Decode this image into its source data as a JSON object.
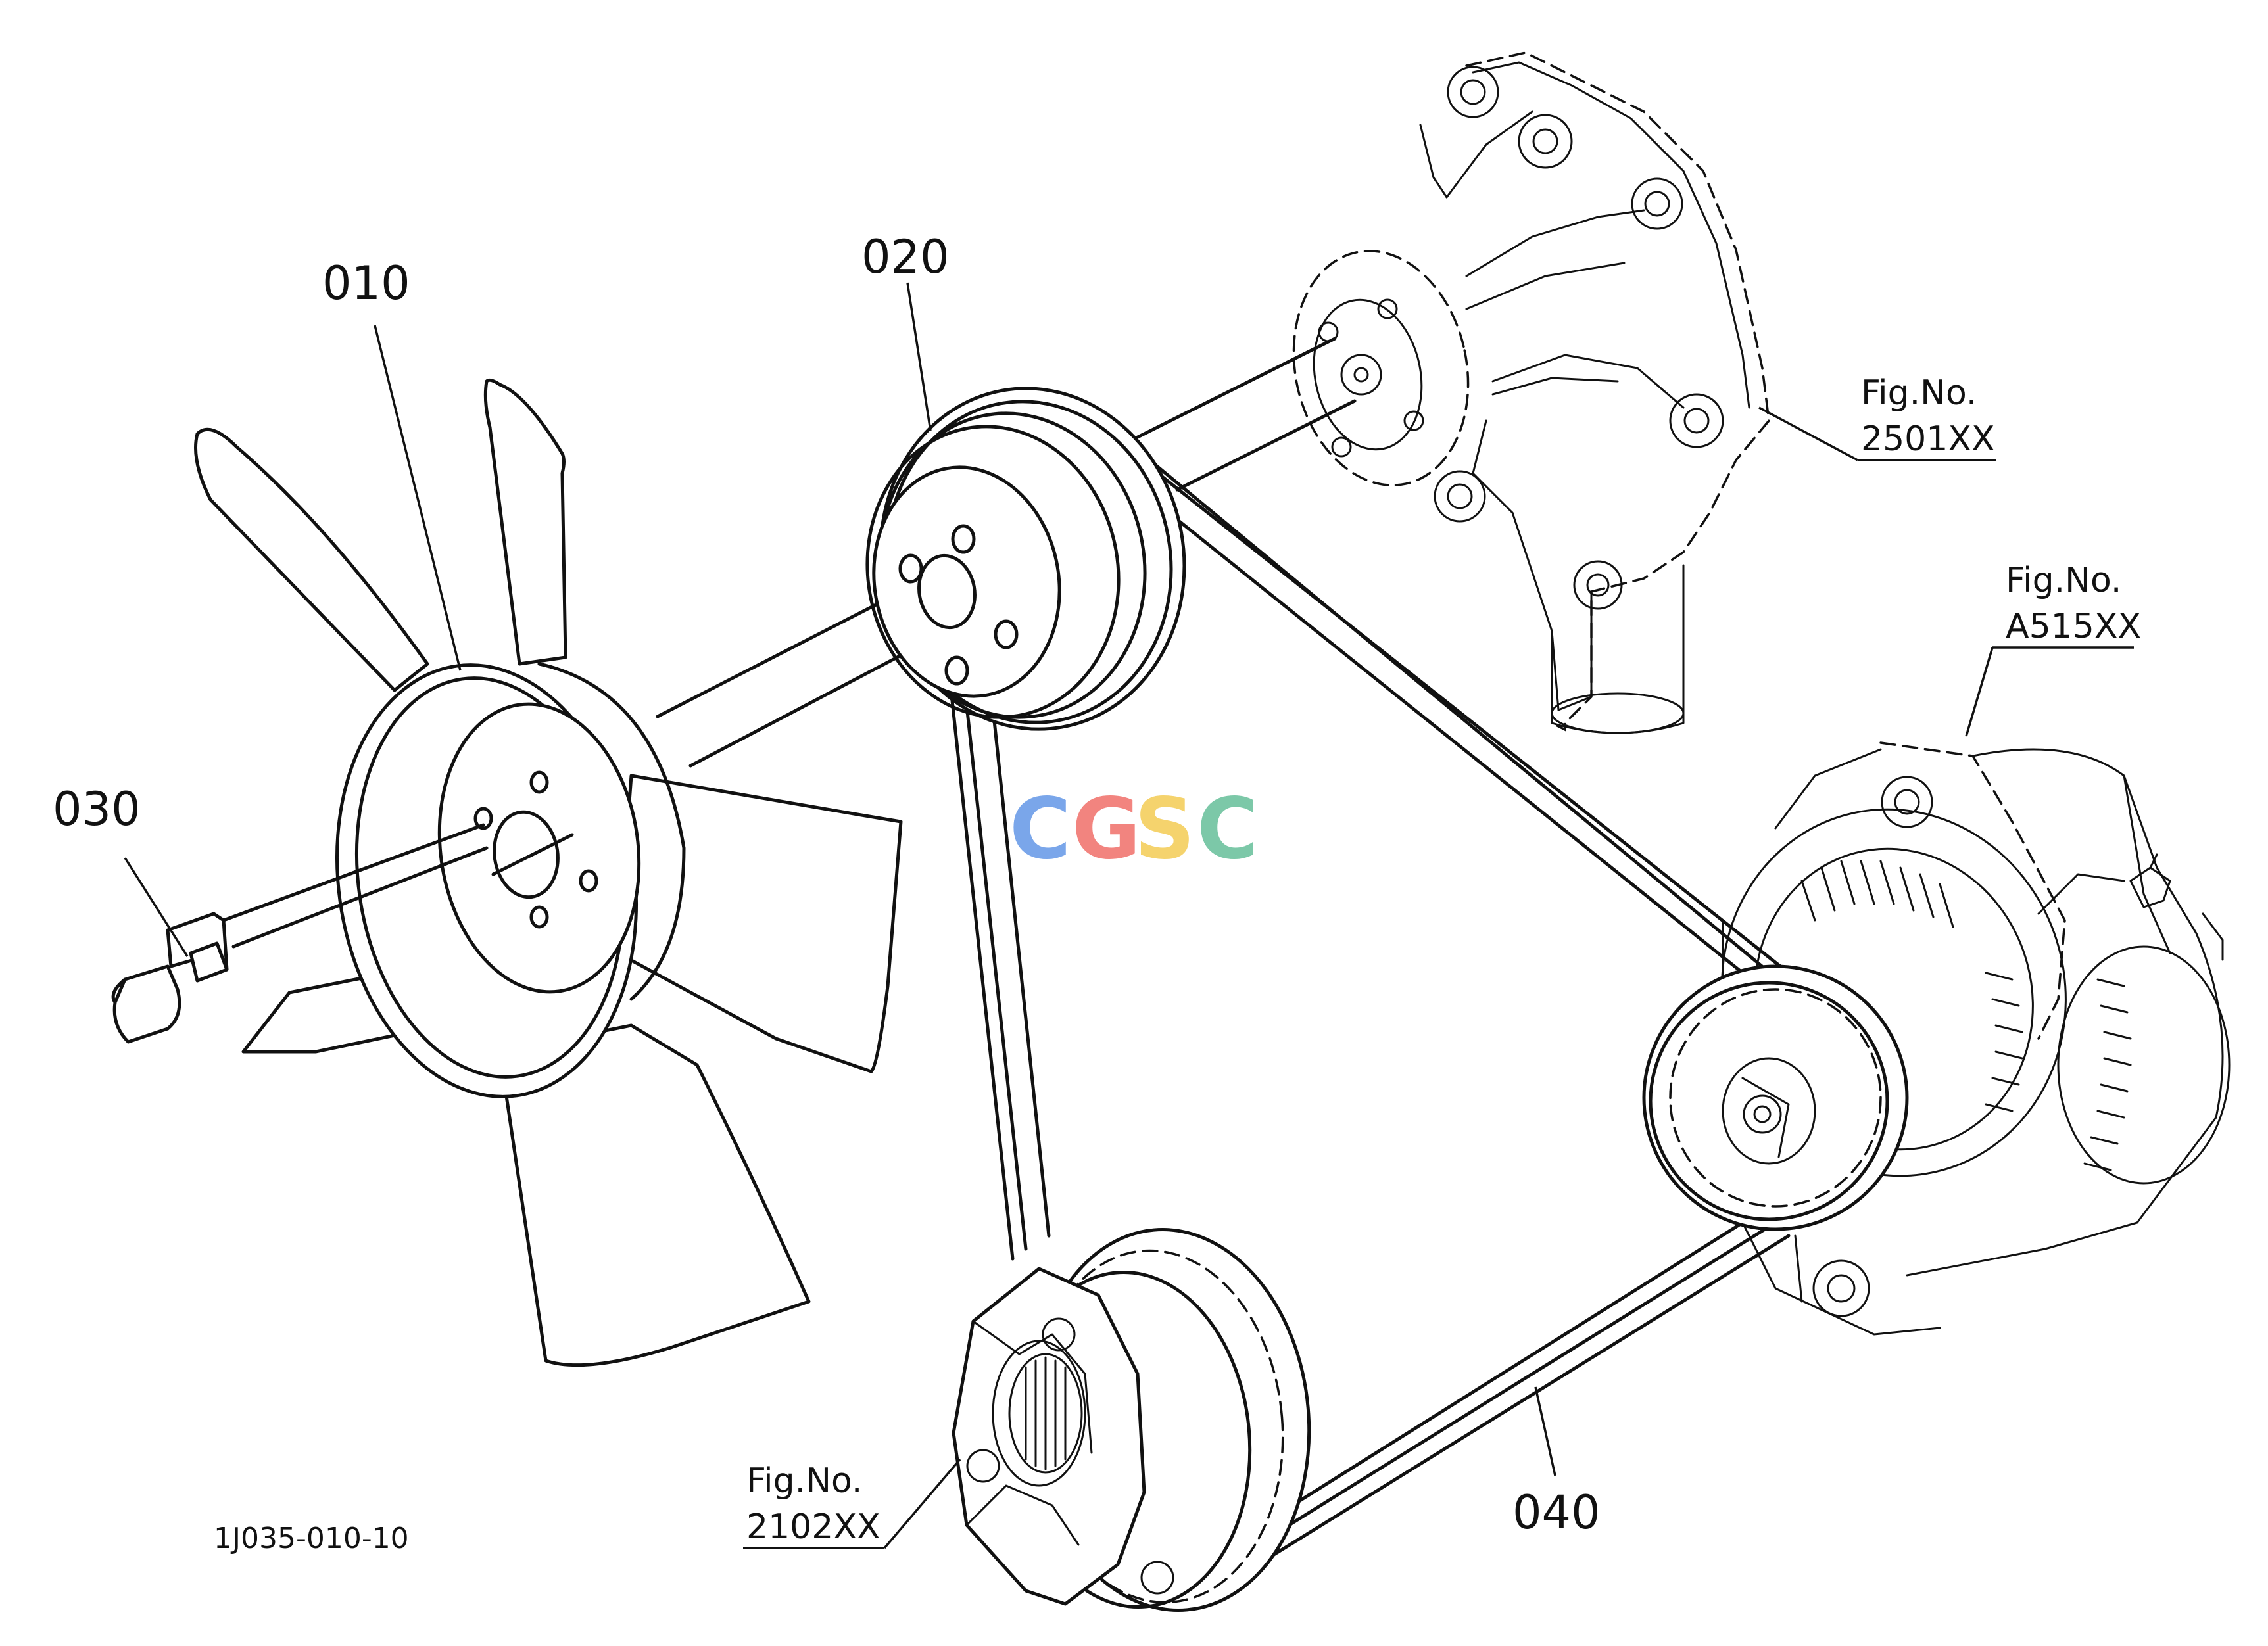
{
  "parts": [
    {
      "key": "fan",
      "number": "010"
    },
    {
      "key": "fan-pulley",
      "number": "020"
    },
    {
      "key": "bolt",
      "number": "030"
    },
    {
      "key": "fan-belt",
      "number": "040"
    }
  ],
  "references": [
    {
      "key": "water-pump",
      "label": "Fig.No.",
      "code": "2501XX"
    },
    {
      "key": "alternator",
      "label": "Fig.No.",
      "code": "A515XX"
    },
    {
      "key": "crank-pulley",
      "label": "Fig.No.",
      "code": "2102XX"
    }
  ],
  "drawing_code": "1J035-010-10",
  "watermark": {
    "letters": [
      "C",
      "G",
      "S",
      "C"
    ],
    "colors": [
      "#7aa6ea",
      "#f2847f",
      "#f5d36d",
      "#7cc8a8"
    ]
  }
}
